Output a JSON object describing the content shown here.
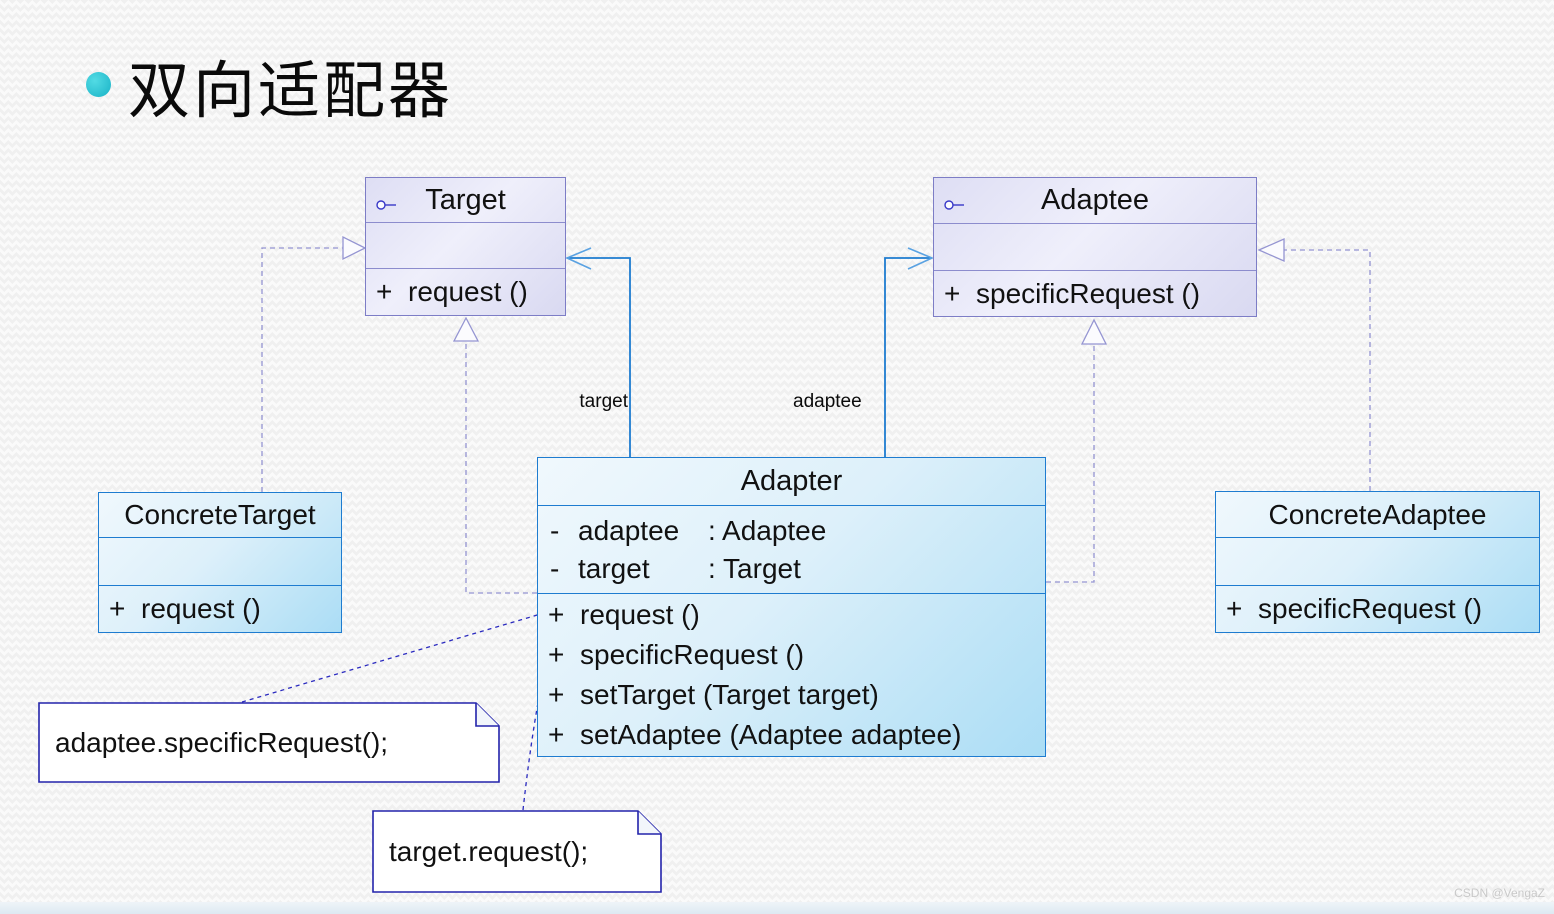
{
  "slide": {
    "title": "双向适配器",
    "watermark": "CSDN @VengaZ"
  },
  "diagram": {
    "target": {
      "name": "Target",
      "method_vis": "+",
      "method": "request ()"
    },
    "adaptee": {
      "name": "Adaptee",
      "method_vis": "+",
      "method": "specificRequest ()"
    },
    "adapter": {
      "name": "Adapter",
      "attributes": [
        {
          "vis": "-",
          "name": "adaptee",
          "type": ": Adaptee"
        },
        {
          "vis": "-",
          "name": "target",
          "type": ": Target"
        }
      ],
      "methods": [
        {
          "vis": "+",
          "sig": "request ()"
        },
        {
          "vis": "+",
          "sig": "specificRequest ()"
        },
        {
          "vis": "+",
          "sig": "setTarget (Target target)"
        },
        {
          "vis": "+",
          "sig": "setAdaptee (Adaptee adaptee)"
        }
      ]
    },
    "concrete_target": {
      "name": "ConcreteTarget",
      "method_vis": "+",
      "method": "request ()"
    },
    "concrete_adaptee": {
      "name": "ConcreteAdaptee",
      "method_vis": "+",
      "method": "specificRequest ()"
    },
    "edge_labels": {
      "target": "target",
      "adaptee": "adaptee"
    },
    "notes": [
      {
        "text": "adaptee.specificRequest();"
      },
      {
        "text": "target.request();"
      }
    ]
  },
  "colors": {
    "bullet": "#2bc4d9",
    "interface_box_border": "#7d7dc6",
    "class_box_border": "#1e7cd0",
    "association_line": "#1e7cd0",
    "arrowhead": "#5aa2e2",
    "realization_line": "#9595d2",
    "note_border": "#2323ab",
    "note_connector": "#2a2abf"
  }
}
